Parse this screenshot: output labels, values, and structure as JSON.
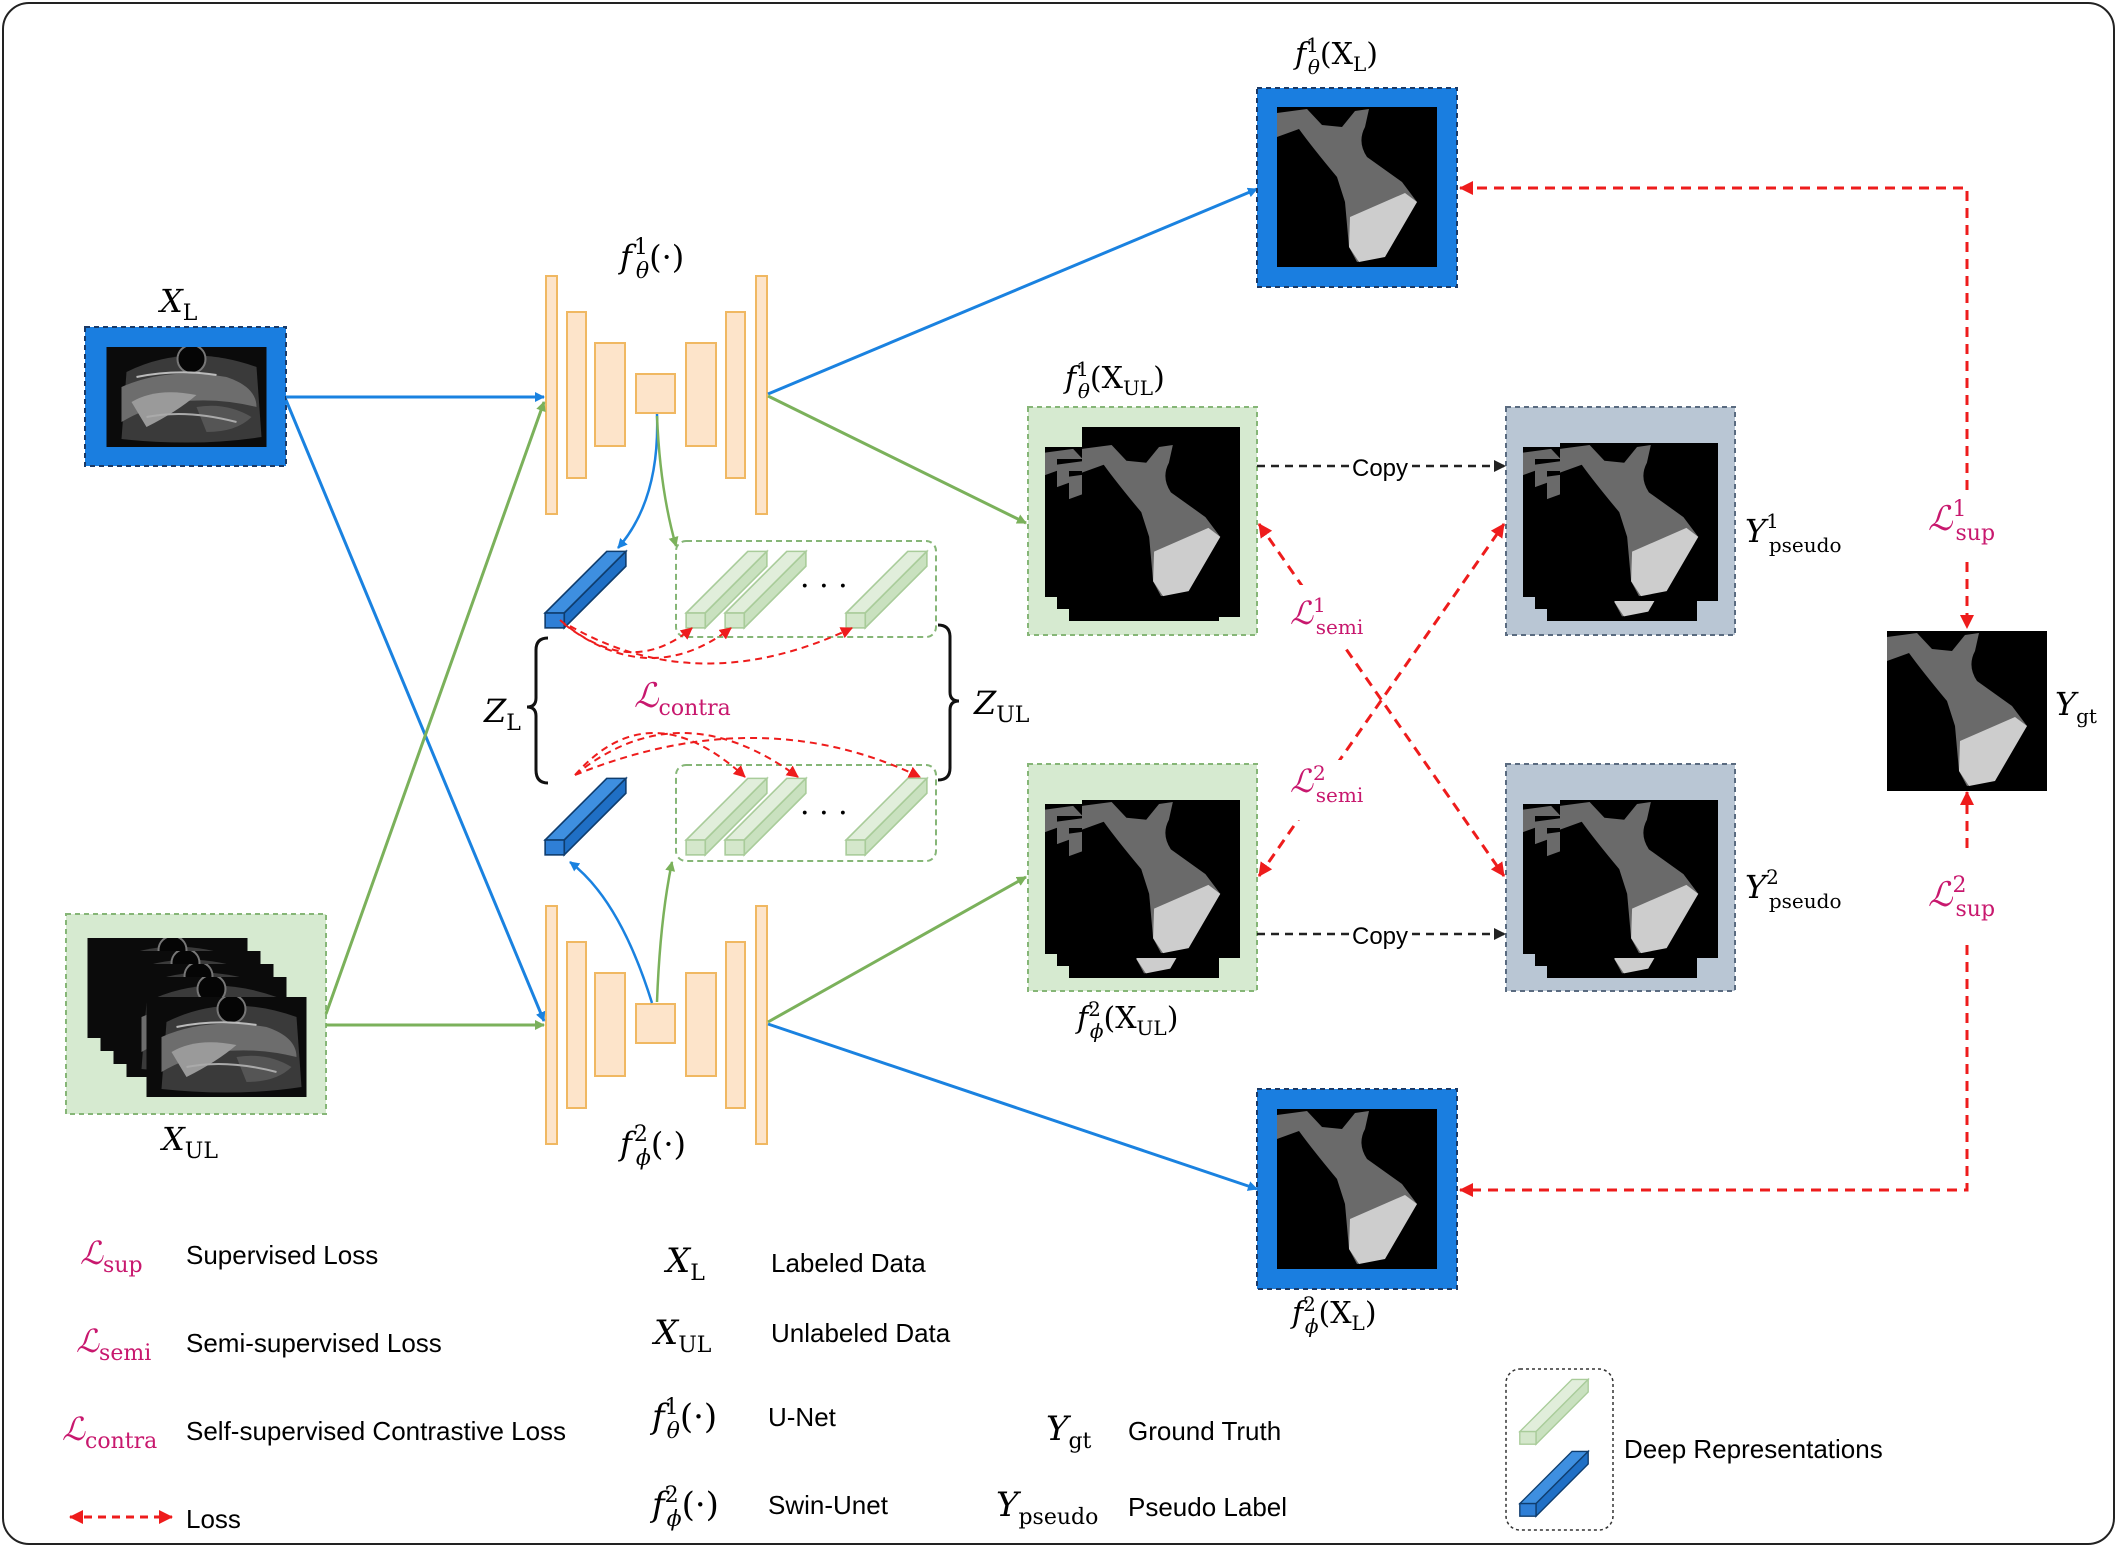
{
  "colors": {
    "blue_arrow": "#1a82e0",
    "green_arrow": "#7bb15b",
    "loss_red": "#ee1c1c",
    "loss_text": "#c8186e",
    "encoder_fill": "#fde4ca",
    "encoder_stroke": "#f0b862",
    "labeled_frame": "#1a7ee0",
    "unlabeled_frame": "#d6ead0",
    "pseudo_frame": "#b9c6d4"
  },
  "icons": {
    "labeled_image": "ultrasound-image",
    "unlabeled_images": "ultrasound-image-stack",
    "masks": "segmentation-mask",
    "feature_blue": "blue-feature-cuboid",
    "feature_green": "green-feature-cuboid"
  },
  "labels": {
    "x_l": "X",
    "x_l_sub": "L",
    "x_ul": "X",
    "x_ul_sub": "UL",
    "f1": "f",
    "f1_sup": "1",
    "f1_sub": "θ",
    "f1_arg": "(·)",
    "f2": "f",
    "f2_sup": "2",
    "f2_sub": "ϕ",
    "f2_arg": "(·)",
    "f1_xl_arg": "(X",
    "f1_xl_argsub": "L",
    "f1_xul_arg": "(X",
    "f1_xul_argsub": "UL",
    "f2_xul_arg": "(X",
    "f2_xul_argsub": "UL",
    "f2_xl_arg": "(X",
    "f2_xl_argsub": "L",
    "close_paren": ")",
    "copy": "Copy",
    "y": "Y",
    "pseudo_sub": "pseudo",
    "sup1": "1",
    "sup2": "2",
    "gt_sub": "gt",
    "z": "Z",
    "z_l_sub": "L",
    "z_ul_sub": "UL",
    "loss_symbol": "ℒ",
    "contra_sub": "contra",
    "semi_sub": "semi",
    "sup_sub": "sup",
    "dots": "· · ·"
  },
  "legend": {
    "sup_text": "Supervised Loss",
    "semi_text": "Semi-supervised Loss",
    "contra_text": "Self-supervised Contrastive Loss",
    "loss_text": "Loss",
    "labeled_text": "Labeled Data",
    "unlabeled_text": "Unlabeled Data",
    "unet_text": "U-Net",
    "swin_text": "Swin-Unet",
    "gt_text": "Ground Truth",
    "pseudo_text": "Pseudo Label",
    "deep_text": "Deep Representations"
  }
}
